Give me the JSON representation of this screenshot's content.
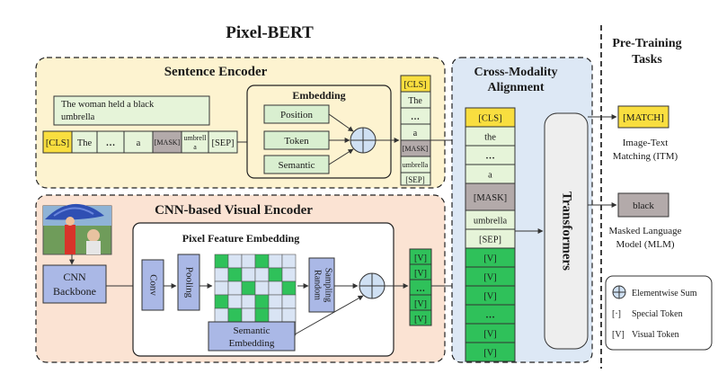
{
  "title": "Pixel-BERT",
  "pretraining_title_line1": "Pre-Training",
  "pretraining_title_line2": "Tasks",
  "sentence_encoder": {
    "title": "Sentence Encoder",
    "input_text_line1": "The woman held a black",
    "input_text_line2": "umbrella",
    "tokens": [
      "[CLS]",
      "The",
      "…",
      "a",
      "[MASK]",
      "umbrell a",
      "[SEP]"
    ],
    "token_umbrella_line1": "umbrell",
    "token_umbrella_line2": "a",
    "embedding": {
      "title": "Embedding",
      "items": [
        "Position",
        "Token",
        "Semantic"
      ]
    },
    "output_tokens": [
      "[CLS]",
      "The",
      "…",
      "a",
      "[MASK]",
      "umbrella",
      "[SEP]"
    ]
  },
  "visual_encoder": {
    "title": "CNN-based Visual Encoder",
    "backbone_line1": "CNN",
    "backbone_line2": "Backbone",
    "pixel_feature_title": "Pixel Feature Embedding",
    "conv": "Conv",
    "pooling": "Pooling",
    "random_sampling_line1": "Random",
    "random_sampling_line2": "Sampling",
    "semantic_line1": "Semantic",
    "semantic_line2": "Embedding",
    "output_tokens": [
      "[V]",
      "[V]",
      "…",
      "[V]",
      "[V]"
    ]
  },
  "cross_modality": {
    "title_line1": "Cross-Modality",
    "title_line2": "Alignment",
    "tokens": [
      "[CLS]",
      "the",
      "…",
      "a",
      "[MASK]",
      "umbrella",
      "[SEP]",
      "[V]",
      "[V]",
      "[V]",
      "…",
      "[V]",
      "[V]"
    ],
    "transformers_label": "Transformers"
  },
  "tasks": {
    "itm_token": "[MATCH]",
    "itm_label_line1": "Image-Text",
    "itm_label_line2": "Matching (ITM)",
    "mlm_token": "black",
    "mlm_label_line1": "Masked Language",
    "mlm_label_line2": "Model (MLM)"
  },
  "legend": {
    "sum": "Elementwise Sum",
    "special": "Special Token",
    "special_symbol": "[·]",
    "visual": "Visual Token",
    "visual_symbol": "[V]"
  },
  "colors": {
    "sentence_bg": "#fdf3d0",
    "visual_bg": "#fbe3d3",
    "cross_bg": "#dde8f5",
    "text_token": "#e6f4d9",
    "cls_token": "#f9de3f",
    "mask_token": "#b3aaaa",
    "visual_token": "#2fc15a",
    "embed_item": "#d9efd0",
    "module": "#aab8e6"
  }
}
